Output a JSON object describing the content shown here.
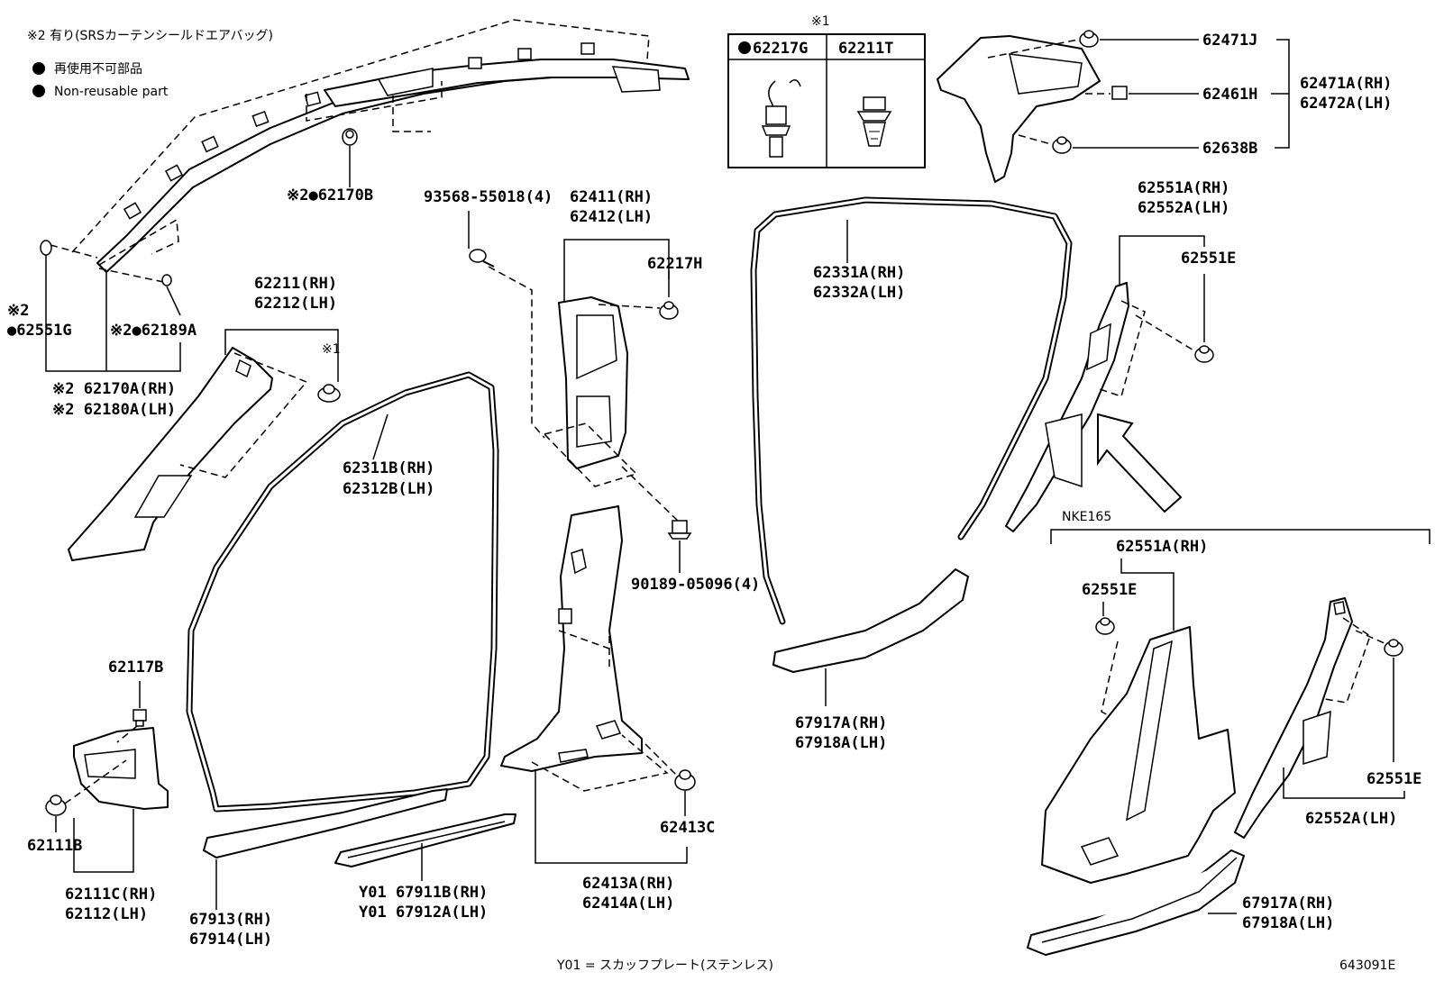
{
  "header": {
    "note_srs": "※2 有り(SRSカーテンシールドエアバッグ)",
    "legend_jp": "再使用不可部品",
    "legend_en": "Non-reusable part"
  },
  "table": {
    "mark": "※1",
    "col1": "62217G",
    "col2": "62211T"
  },
  "labels": {
    "l_62170B": "※2●62170B",
    "l_62551G_mark": "※2",
    "l_62551G": "●62551G",
    "l_62189A": "※2●62189A",
    "l_62170A": "※2 62170A(RH)",
    "l_62180A": "※2 62180A(LH)",
    "l_62211": "62211(RH)",
    "l_62212": "62212(LH)",
    "l_mark1": "※1",
    "l_93568": "93568-55018(4)",
    "l_62411": "62411(RH)",
    "l_62412": "62412(LH)",
    "l_62217H": "62217H",
    "l_62331A": "62331A(RH)",
    "l_62332A": "62332A(LH)",
    "l_62471J": "62471J",
    "l_62461H": "62461H",
    "l_62638B": "62638B",
    "l_62471A": "62471A(RH)",
    "l_62472A": "62472A(LH)",
    "l_62551A_top": "62551A(RH)",
    "l_62552A_top": "62552A(LH)",
    "l_62551E_top": "62551E",
    "l_62311B": "62311B(RH)",
    "l_62312B": "62312B(LH)",
    "l_90189": "90189-05096(4)",
    "l_nke": "NKE165",
    "l_62551A_box": "62551A(RH)",
    "l_62551E_box1": "62551E",
    "l_62551E_box2": "62551E",
    "l_62552A_box": "62552A(LH)",
    "l_62117B": "62117B",
    "l_62111B": "62111B",
    "l_62111C": "62111C(RH)",
    "l_62112": "62112(LH)",
    "l_67913": "67913(RH)",
    "l_67914": "67914(LH)",
    "l_67911B": "Y01 67911B(RH)",
    "l_67912A": "Y01 67912A(LH)",
    "l_62413C": "62413C",
    "l_62413A": "62413A(RH)",
    "l_62414A": "62414A(LH)",
    "l_67917A_mid": "67917A(RH)",
    "l_67918A_mid": "67918A(LH)",
    "l_67917A_box": "67917A(RH)",
    "l_67918A_box": "67918A(LH)"
  },
  "footer": {
    "y01_note": "Y01 = スカッフプレート(ステンレス)",
    "code": "643091E"
  }
}
